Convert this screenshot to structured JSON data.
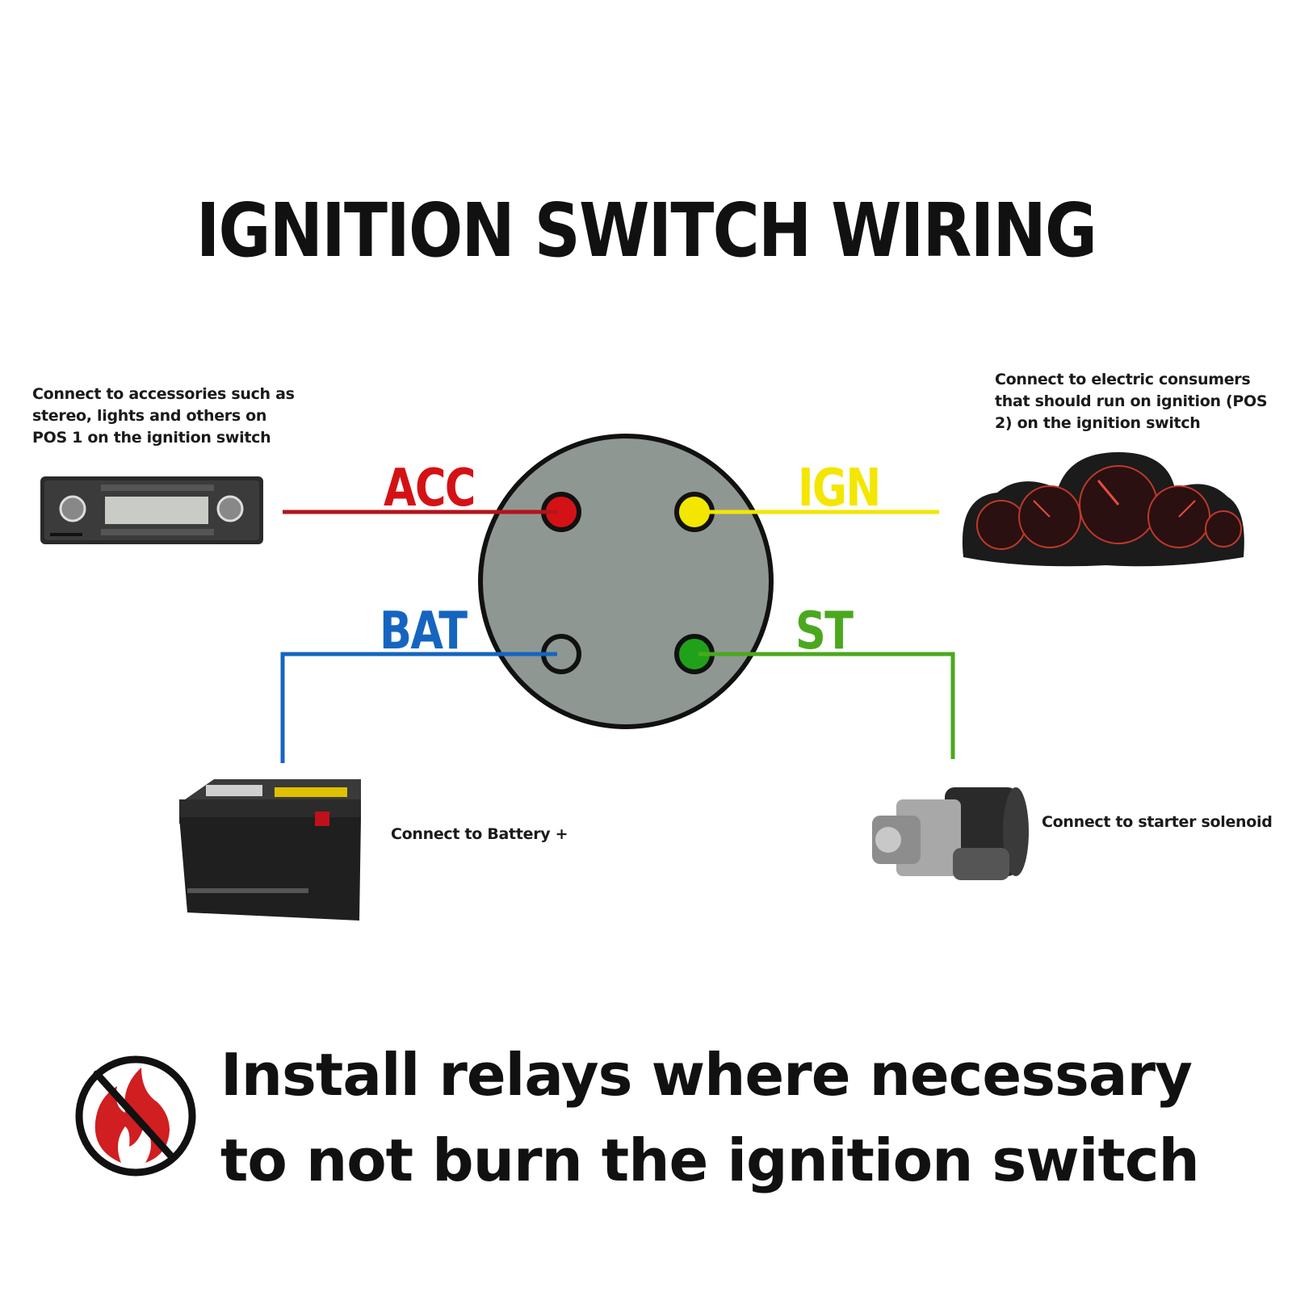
{
  "title": "IGNITION SWITCH WIRING",
  "terminals": {
    "acc": {
      "label": "ACC",
      "color": "#d41216",
      "note": "Connect to accessories such as stereo, lights and others on POS 1 on the ignition switch"
    },
    "ign": {
      "label": "IGN",
      "color": "#f3e600",
      "note": "Connect to electric consumers that should run on ignition (POS 2) on the ignition switch"
    },
    "bat": {
      "label": "BAT",
      "color": "#1565c0",
      "note": "Connect to Battery +"
    },
    "st": {
      "label": "ST",
      "color": "#4ba81e",
      "note": "Connect to starter solenoid"
    }
  },
  "devices": {
    "acc": "car-stereo",
    "ign": "instrument-cluster",
    "bat": "car-battery",
    "st": "starter-motor"
  },
  "switch_body_color": "#8f9793",
  "warning": {
    "icon": "no-fire-icon",
    "text": "Install relays where necessary to not burn the ignition switch"
  }
}
